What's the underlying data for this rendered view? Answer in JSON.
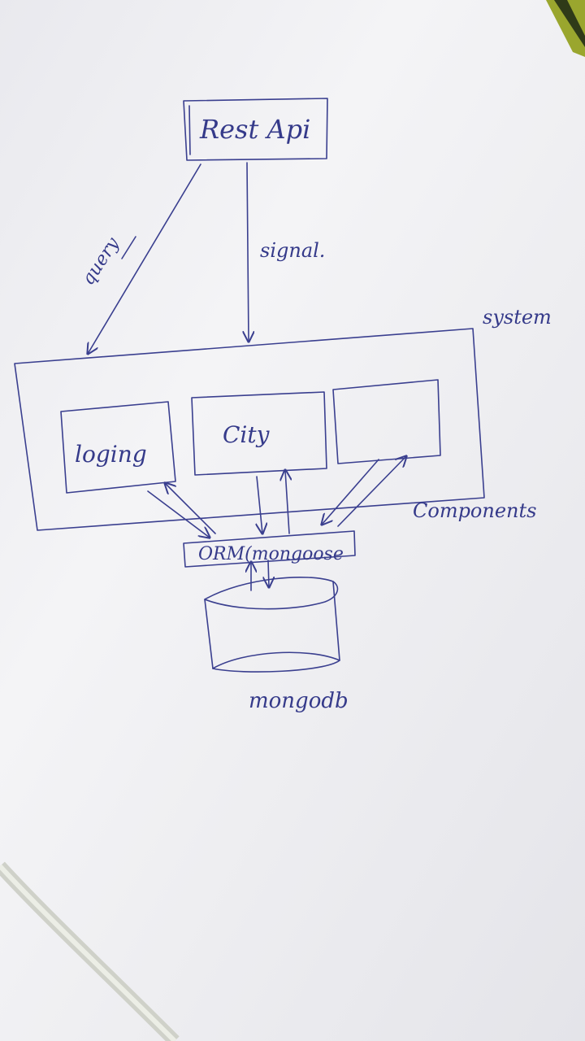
{
  "diagram": {
    "nodes": {
      "rest_api": "Rest Api",
      "logging": "loging",
      "city": "City",
      "third_component": "",
      "orm": "ORM(mongoose",
      "database": "mongodb"
    },
    "edges": {
      "query": "query",
      "signal": "signal."
    },
    "groups": {
      "system": "system",
      "components": "Components"
    }
  },
  "colors": {
    "paper": "#f2f2f4",
    "ink": "#3a3f8f"
  }
}
